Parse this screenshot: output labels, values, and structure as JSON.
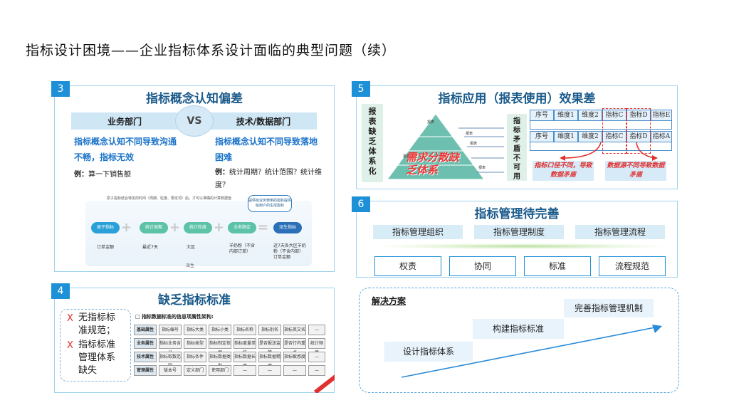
{
  "slide_title": "指标设计困境——企业指标体系设计面临的典型问题（续）",
  "p3": {
    "num": "3",
    "title": "指标概念认知偏差",
    "left_head": "业务部门",
    "vs": "VS",
    "right_head": "技术/数据部门",
    "left_problem": "指标概念认知不同导致沟通不畅，指标无效",
    "left_example_label": "例：",
    "left_example": "算一下销售额",
    "right_problem": "指标概念认知不同导致落地困难",
    "right_example_label": "例：",
    "right_example": "统计周期？统计范围？统计维度？",
    "diagram": {
      "top_caption": "原子指标结合特定的时间（周期、粒度、限定词）后，才可以准确的计算数据值",
      "bubble": "提供给业务使用的指标提供给用户的生成指标",
      "nodes": [
        "原子指标",
        "统计周期",
        "统计粒度",
        "业务限定",
        "派生指标"
      ],
      "examples": [
        "订单金额",
        "最近7天",
        "大区",
        "羊奶粉（不含内部订单）",
        "近7天各大区羊奶粉（不含内部）订单金额"
      ],
      "footer": "派生"
    }
  },
  "p4": {
    "num": "4",
    "title": "缺乏指标标准",
    "items": [
      {
        "mark": "X",
        "text": "无指标标准规范；"
      },
      {
        "mark": "X",
        "text": "指标标准管理体系缺失"
      }
    ],
    "table_title": "指标数据标准的信息项属性架构:",
    "rows": [
      [
        "基础属性",
        "指标编号",
        "指标大类",
        "指标小类",
        "指标名称",
        "指标别名",
        "指标英文名",
        "—"
      ],
      [
        "业务属性",
        "指标业务含义",
        "指标类型",
        "指标制定依据",
        "指标度量单位",
        "是否报送监管",
        "是否行内重点",
        "统计频度"
      ],
      [
        "技术属性",
        "指标取数范围",
        "指标条件",
        "指标数据类型",
        "指标数据长度",
        "指标数据精度",
        "指标敏感度",
        "—"
      ],
      [
        "管理属性",
        "版本号",
        "定义部门",
        "使用部门",
        "—",
        "—",
        "—",
        "—"
      ]
    ]
  },
  "p5": {
    "num": "5",
    "title": "指标应用（报表使用）效果差",
    "left_label": "报表缺乏体系化",
    "pyramid_text": "需求分散缺乏体系",
    "pyramid_labels": [
      "报表",
      "报表",
      "报表",
      "报表",
      "报表"
    ],
    "mid_label": "指标矛盾不可用",
    "table_top": [
      "序号",
      "维度1",
      "维度2",
      "指标C",
      "指标D",
      "指标E"
    ],
    "table_bottom": [
      "序号",
      "维度1",
      "维度2",
      "指标C",
      "指标D",
      "指标A"
    ],
    "note_left": "指标口径不同，导致数据矛盾",
    "note_right": "数据源不同导致数据矛盾"
  },
  "p6": {
    "num": "6",
    "title": "指标管理待完善",
    "top_items": [
      "指标管理组织",
      "指标管理制度",
      "指标管理流程"
    ],
    "bottom_items": [
      "权责",
      "协同",
      "标准",
      "流程规范"
    ]
  },
  "solution": {
    "title": "解决方案",
    "steps": [
      "设计指标体系",
      "构建指标标准",
      "完善指标管理机制"
    ]
  }
}
